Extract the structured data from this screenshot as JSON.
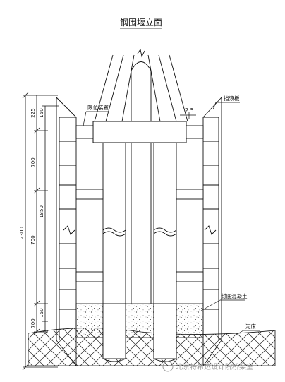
{
  "title": "钢围堰立面",
  "labels": {
    "limit_device": "限位装置",
    "wave_board": "挡浪板",
    "slope": "2.5",
    "concrete": "封底混凝土",
    "riverbed": "河床"
  },
  "dims": {
    "total": "2300",
    "segment_top": "225",
    "segment_middle": "1850",
    "segment_bottom": "700",
    "inner_1": "150",
    "inner_2": "700",
    "inner_3": "700",
    "inner_4": "150"
  },
  "watermark": "北京特希达设计院桥梁室"
}
